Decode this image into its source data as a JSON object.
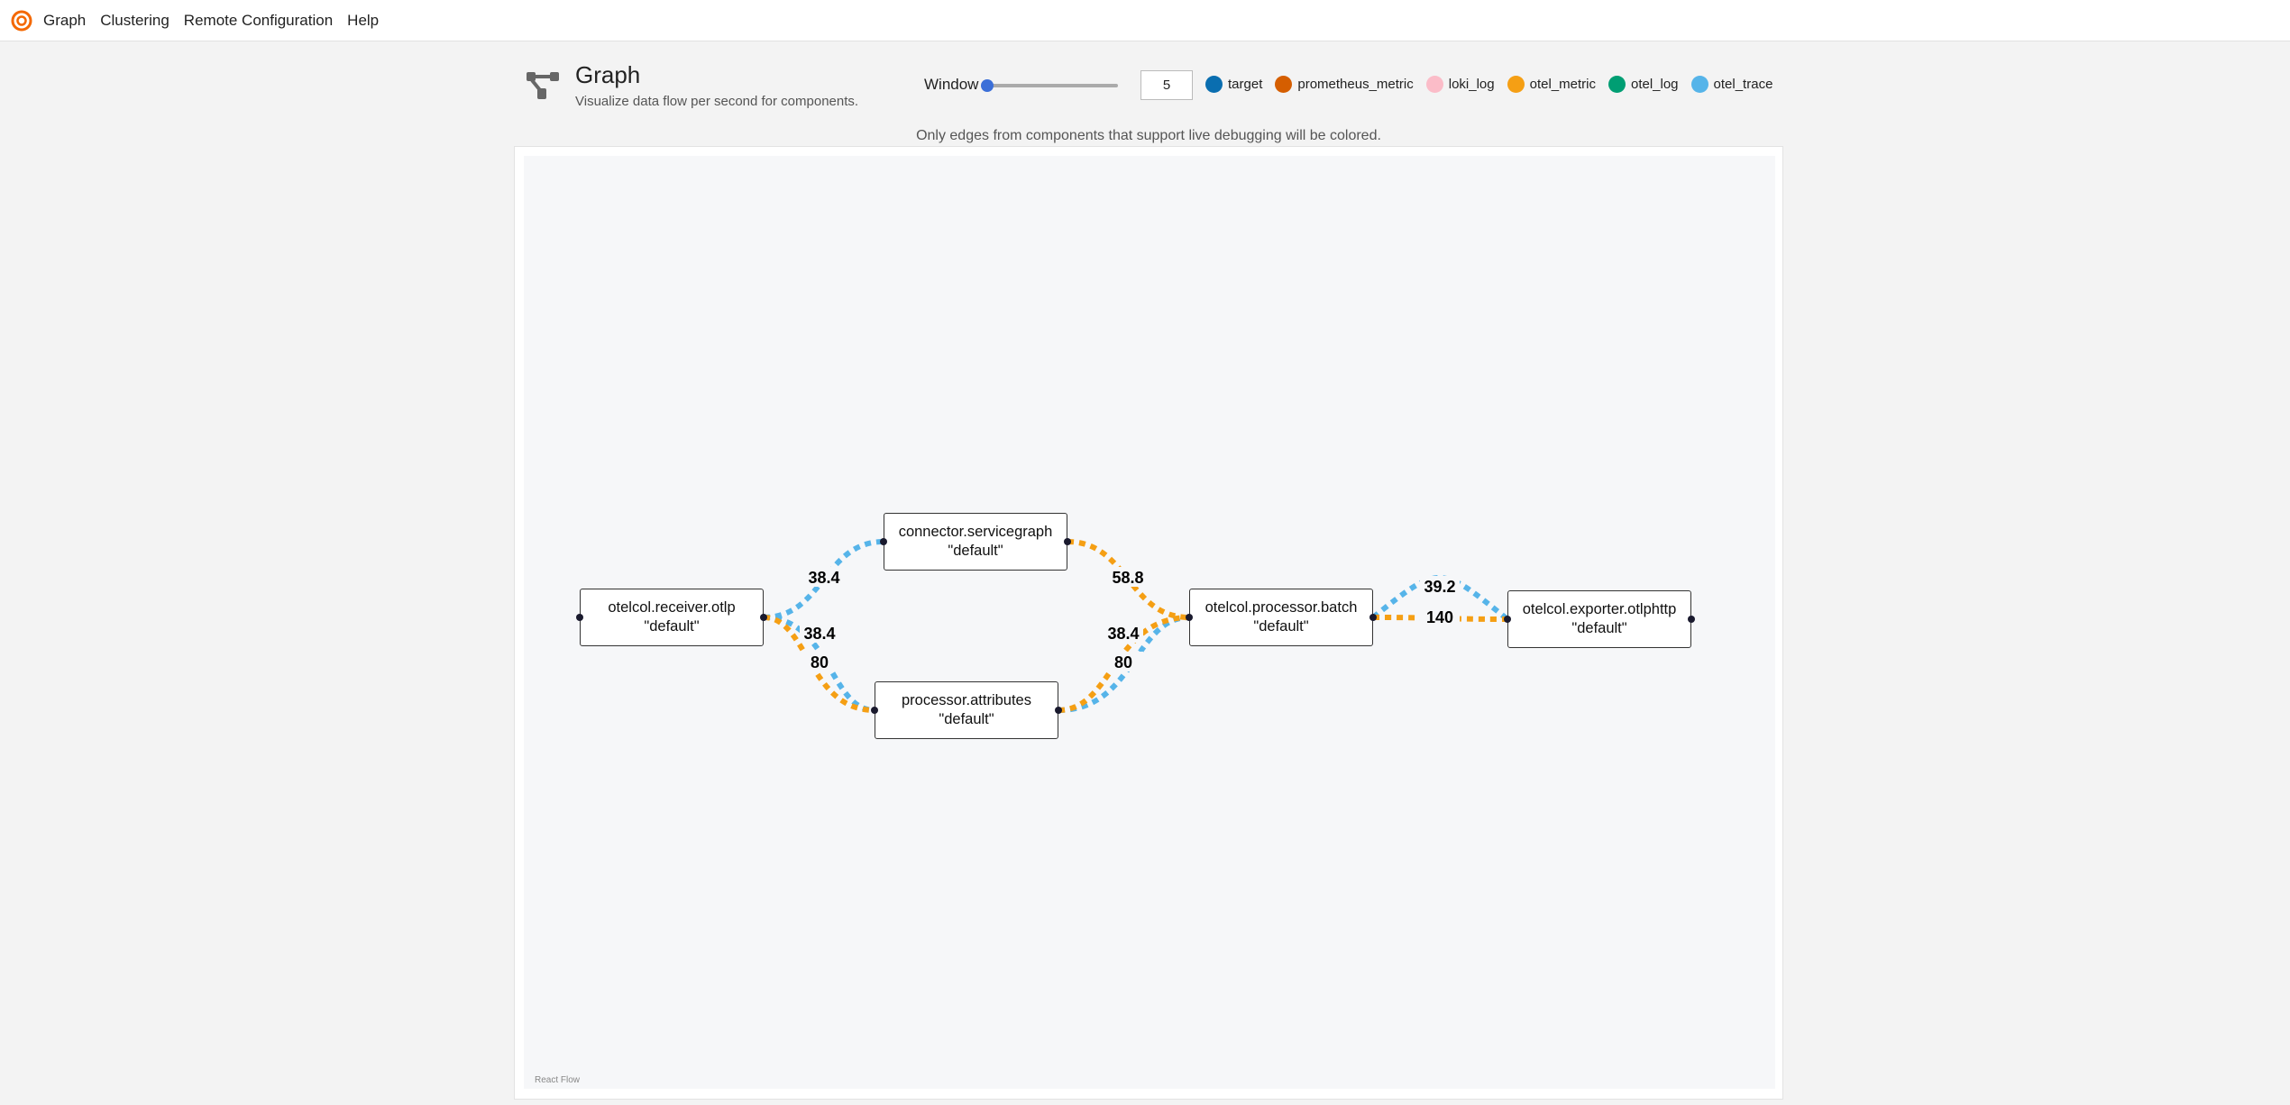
{
  "nav": {
    "items": [
      "Graph",
      "Clustering",
      "Remote Configuration",
      "Help"
    ]
  },
  "header": {
    "title": "Graph",
    "subtitle": "Visualize data flow per second for components.",
    "icon": "graph-icon"
  },
  "window": {
    "label": "Window",
    "value": "5",
    "slider_fraction": 0.0
  },
  "legend": [
    {
      "label": "target",
      "color": "#0a6eb0"
    },
    {
      "label": "prometheus_metric",
      "color": "#d55e00"
    },
    {
      "label": "loki_log",
      "color": "#fbbcc8"
    },
    {
      "label": "otel_metric",
      "color": "#f59f14"
    },
    {
      "label": "otel_log",
      "color": "#009e73"
    },
    {
      "label": "otel_trace",
      "color": "#56b4e9"
    }
  ],
  "note": "Only edges from components that support live debugging will be colored.",
  "nodes": [
    {
      "id": "receiver",
      "name": "otelcol.receiver.otlp",
      "label": "\"default\""
    },
    {
      "id": "connector",
      "name": "connector.servicegraph",
      "label": "\"default\""
    },
    {
      "id": "attributes",
      "name": "processor.attributes",
      "label": "\"default\""
    },
    {
      "id": "batch",
      "name": "otelcol.processor.batch",
      "label": "\"default\""
    },
    {
      "id": "exporter",
      "name": "otelcol.exporter.otlphttp",
      "label": "\"default\""
    }
  ],
  "edges": [
    {
      "source": "receiver",
      "target": "connector",
      "type": "otel_trace",
      "value": "38.4"
    },
    {
      "source": "receiver",
      "target": "attributes",
      "type": "otel_trace",
      "value": "38.4"
    },
    {
      "source": "receiver",
      "target": "attributes",
      "type": "otel_metric",
      "value": "80"
    },
    {
      "source": "connector",
      "target": "batch",
      "type": "otel_metric",
      "value": "58.8"
    },
    {
      "source": "attributes",
      "target": "batch",
      "type": "otel_trace",
      "value": "38.4"
    },
    {
      "source": "attributes",
      "target": "batch",
      "type": "otel_metric",
      "value": "80"
    },
    {
      "source": "batch",
      "target": "exporter",
      "type": "otel_trace",
      "value": "39.2"
    },
    {
      "source": "batch",
      "target": "exporter",
      "type": "otel_metric",
      "value": "140"
    }
  ],
  "attribution": "React Flow"
}
